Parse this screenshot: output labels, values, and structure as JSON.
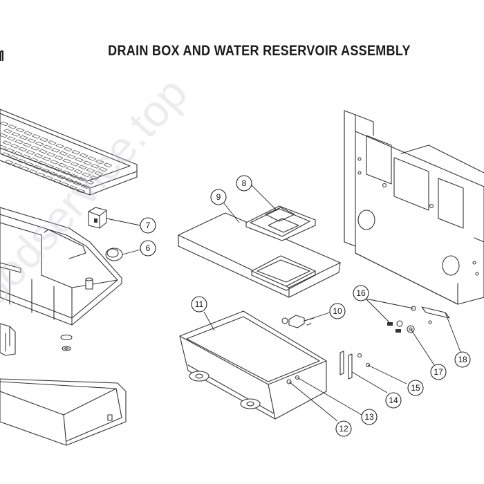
{
  "title": "DRAIN BOX AND WATER RESERVOIR ASSEMBLY",
  "watermark": "foodservice.top",
  "callouts": [
    "6",
    "7",
    "8",
    "9",
    "10",
    "11",
    "12",
    "13",
    "14",
    "15",
    "16",
    "17",
    "18"
  ]
}
